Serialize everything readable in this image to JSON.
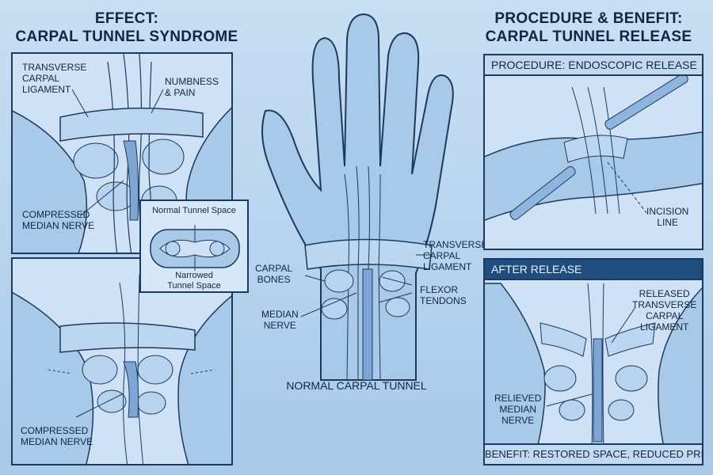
{
  "left": {
    "title_line1": "EFFECT:",
    "title_line2": "CARPAL TUNNEL SYNDROME",
    "panel_top": {
      "transverse_l1": "TRANSVERSE",
      "transverse_l2": "CARPAL",
      "transverse_l3": "LIGAMENT",
      "numbness_l1": "NUMBNESS",
      "numbness_l2": "& PAIN",
      "compressed_l1": "COMPRESSED",
      "compressed_l2": "MEDIAN NERVE"
    },
    "inset": {
      "normal": "Normal Tunnel Space",
      "narrowed_l1": "Narrowed",
      "narrowed_l2": "Tunnel Space"
    },
    "panel_bottom": {
      "compressed_l1": "COMPRESSED",
      "compressed_l2": "MEDIAN NERVE"
    }
  },
  "center": {
    "transverse_l1": "TRANSVERSE",
    "transverse_l2": "CARPAL",
    "transverse_l3": "LIGAMENT",
    "carpal_l1": "CARPAL",
    "carpal_l2": "BONES",
    "flexor_l1": "FLEXOR",
    "flexor_l2": "TENDONS",
    "median_l1": "MEDIAN",
    "median_l2": "NERVE",
    "caption": "NORMAL CARPAL TUNNEL"
  },
  "right": {
    "title_line1": "PROCEDURE & BENEFIT:",
    "title_line2": "CARPAL TUNNEL RELEASE",
    "panel_top": {
      "header": "PROCEDURE: ENDOSCOPIC RELEASE",
      "incision_l1": "INCISION",
      "incision_l2": "LINE"
    },
    "panel_bottom": {
      "header": "AFTER RELEASE",
      "released_l1": "RELEASED",
      "released_l2": "TRANSVERSE",
      "released_l3": "CARPAL",
      "released_l4": "LIGAMENT",
      "relieved_l1": "RELIEVED",
      "relieved_l2": "MEDIAN",
      "relieved_l3": "NERVE",
      "benefit": "BENEFIT: RESTORED SPACE, REDUCED PRESSURE"
    }
  },
  "colors": {
    "background": "#bcd6ee",
    "panel_fill": "#cfe2f5",
    "outline": "#1b3a60",
    "header_dark": "#1f4d7e",
    "tissue": "#9fc2e6",
    "nerve": "#7ea6d4"
  }
}
